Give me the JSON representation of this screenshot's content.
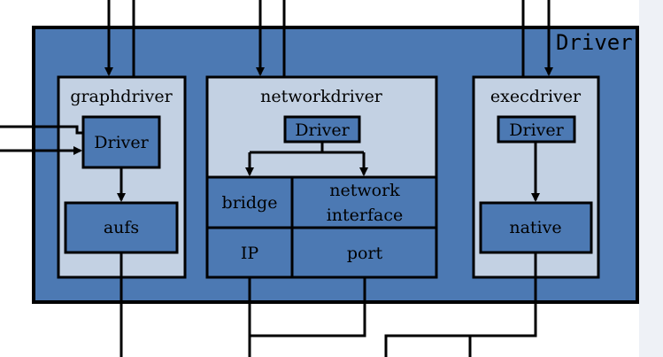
{
  "colors": {
    "outer_fill": "#4c79b3",
    "panel_fill": "#c3d1e3",
    "box_fill": "#4c79b3",
    "stroke": "#000000",
    "strip": "#eef1f6"
  },
  "outer": {
    "label": "Driver"
  },
  "graphdriver": {
    "title": "graphdriver",
    "driver_label": "Driver",
    "aufs_label": "aufs"
  },
  "networkdriver": {
    "title": "networkdriver",
    "driver_label": "Driver",
    "bridge_label": "bridge",
    "network_interface_line1": "network",
    "network_interface_line2": "interface",
    "ip_label": "IP",
    "port_label": "port"
  },
  "execdriver": {
    "title": "execdriver",
    "driver_label": "Driver",
    "native_label": "native"
  }
}
